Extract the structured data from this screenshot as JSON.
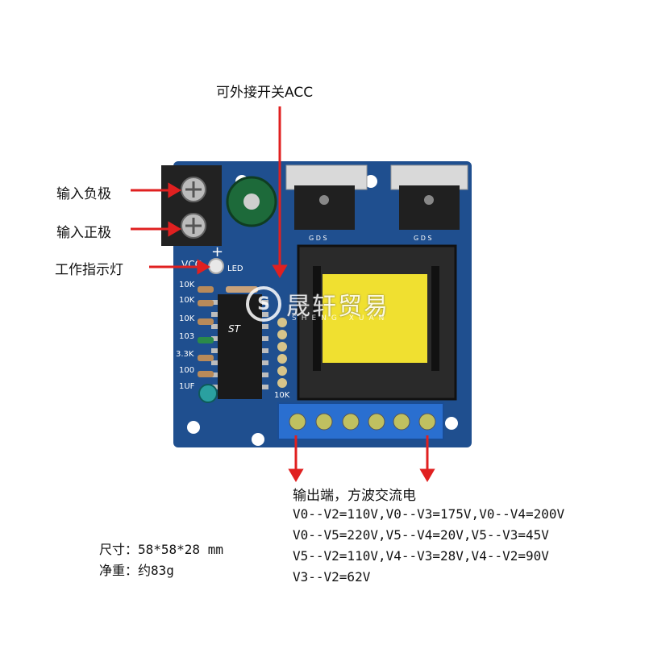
{
  "labels": {
    "acc_switch": "可外接开关ACC",
    "input_negative": "输入负极",
    "input_positive": "输入正极",
    "indicator_led": "工作指示灯",
    "output_title": "输出端，方波交流电"
  },
  "outputs": [
    "V0--V2=110V,V0--V3=175V,V0--V4=200V",
    "V0--V5=220V,V5--V4=20V,V5--V3=45V",
    "V5--V2=110V,V4--V3=28V,V4--V2=90V",
    "V3--V2=62V"
  ],
  "specs": {
    "size": "尺寸：58*58*28 mm",
    "weight": "净重：约83g"
  },
  "board_text": {
    "vcc": "VCC",
    "led": "LED",
    "r1": "10K",
    "r2": "10K",
    "r3": "10K",
    "r4": "103",
    "r5": "3.3K",
    "r6": "100",
    "c1": "1UF",
    "r7": "10K",
    "plus": "+",
    "mosfet1_pins": "G D S",
    "mosfet2_pins": "G D S",
    "chip": "ST"
  },
  "watermark": {
    "text": "晟轩贸易",
    "sub": "SHENG XUAN"
  },
  "colors": {
    "pcb": "#1f4f8f",
    "terminal_blue": "#2a6fd0",
    "arrow_red": "#e02020",
    "transformer_yellow": "#f0e030"
  }
}
